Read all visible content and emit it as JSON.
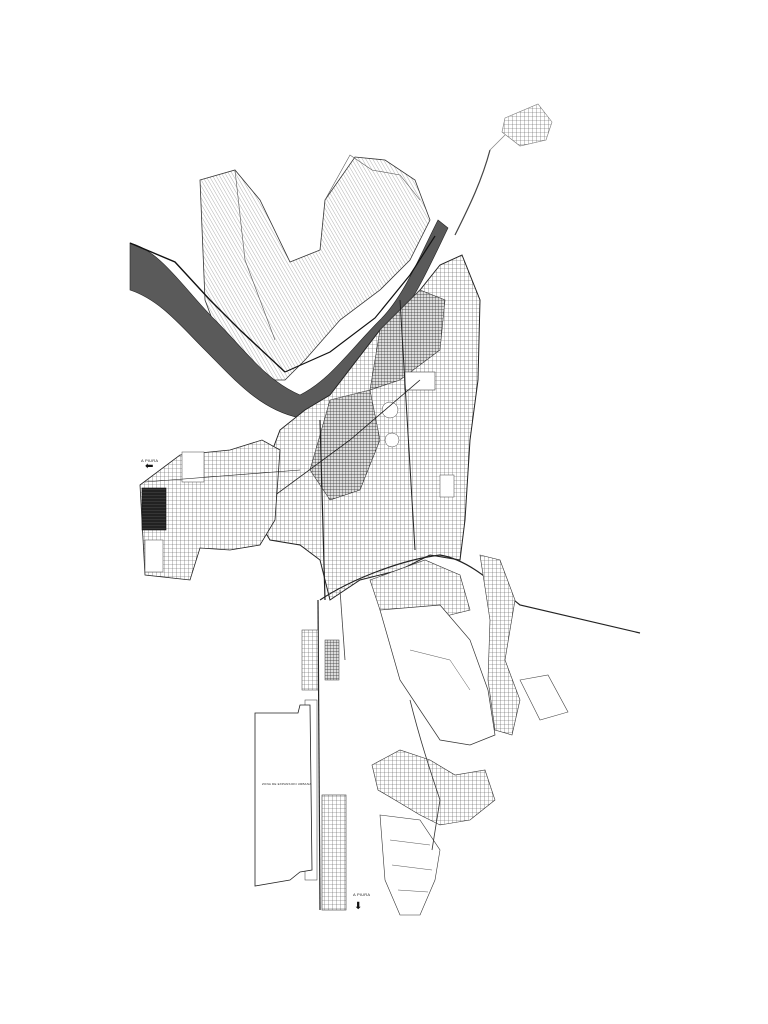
{
  "map": {
    "labels": {
      "west_exit": "A PIURA",
      "south_exit": "A PIURA",
      "block_label": "ZONA DE EXPANSION URBANA"
    },
    "icons": {
      "west_arrow": "arrow-left-icon",
      "south_arrow": "arrow-down-icon"
    },
    "colors": {
      "background": "#ffffff",
      "ink": "#1a1a1a",
      "river": "#5a5a5a",
      "urban_fill": "#8a8a8a"
    }
  }
}
